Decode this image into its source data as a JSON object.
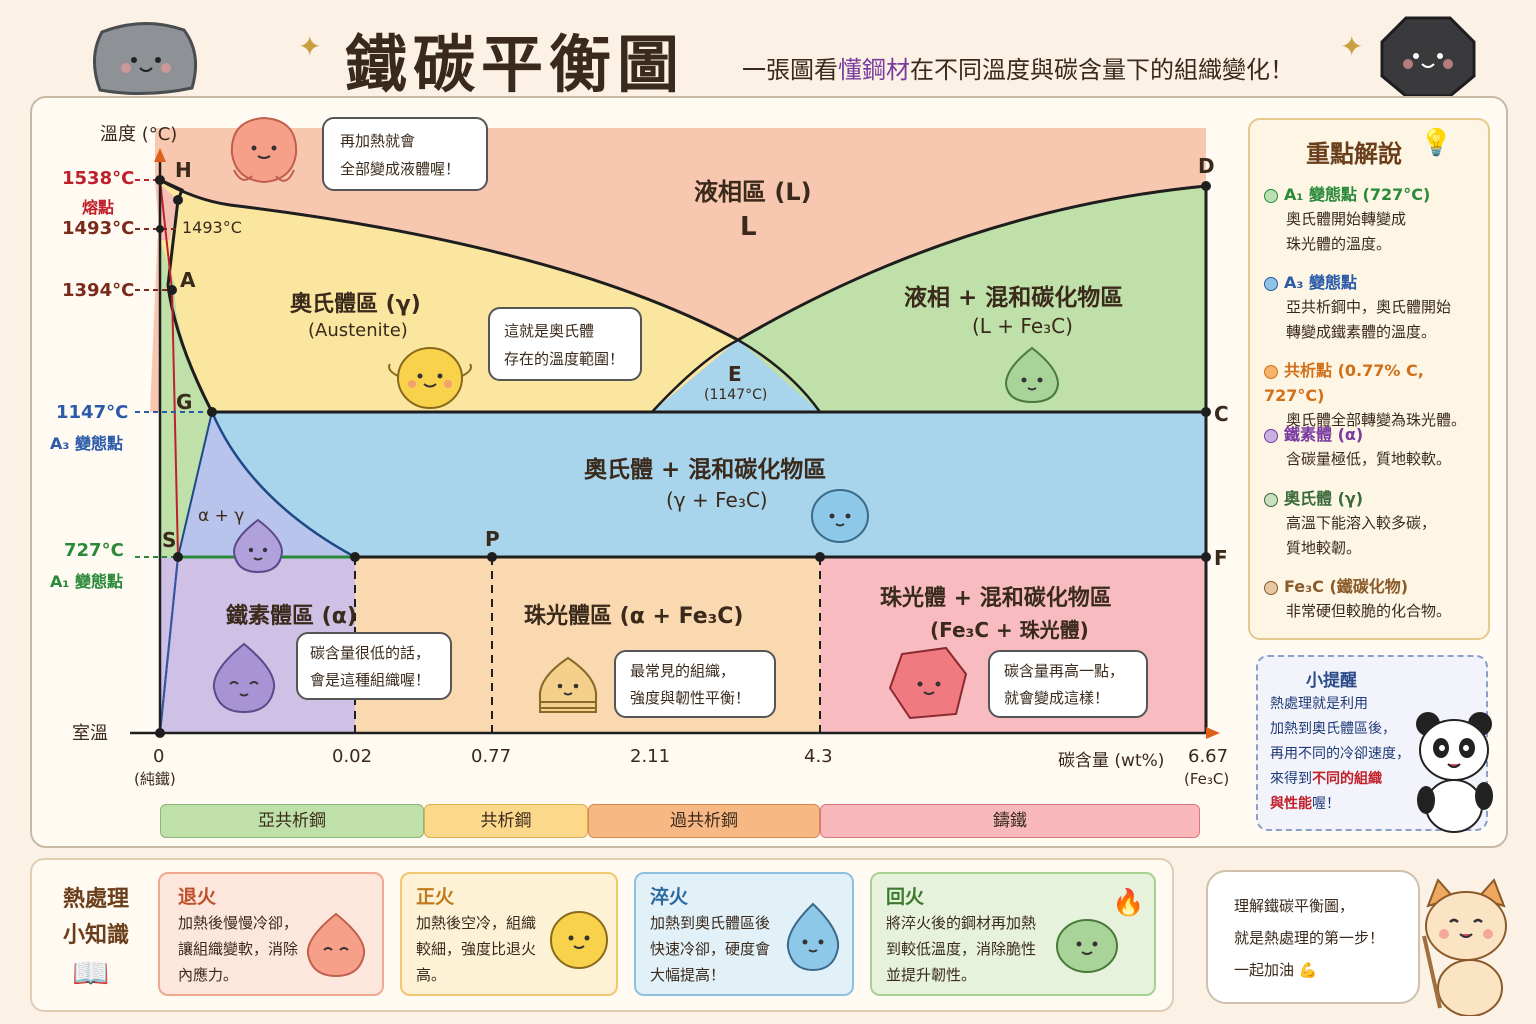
{
  "header": {
    "title": "鐵碳平衡圖",
    "subtitle_pre": "一張圖看",
    "subtitle_hl": "懂鋼材",
    "subtitle_post": "在不同溫度與碳含量下的組織變化！"
  },
  "diagram": {
    "y_axis_label": "溫度 (°C)",
    "x_axis_label": "碳含量 (wt%)",
    "room_temp_label": "室溫",
    "temperatures": [
      {
        "value": "1538°C",
        "note": "熔點",
        "color": "#c0202a"
      },
      {
        "value": "1493°C",
        "note": "",
        "color": "#7a2a1a"
      },
      {
        "value": "1394°C",
        "note": "",
        "color": "#7a2a1a"
      },
      {
        "value": "1147°C",
        "note": "A₃ 變態點",
        "color": "#2a5aa8"
      },
      {
        "value": "727°C",
        "note": "A₁ 變態點",
        "color": "#2a8a3a"
      }
    ],
    "x_ticks": [
      "0",
      "0.02",
      "0.77",
      "2.11",
      "4.3",
      "6.67"
    ],
    "x_tick_subs": [
      "(純鐵)",
      "(Fe₃C)"
    ],
    "points": [
      "H",
      "A",
      "G",
      "S",
      "P",
      "E",
      "D",
      "C",
      "F"
    ],
    "point_1493": "1493°C",
    "e_temp": "(1147°C)",
    "regions": {
      "liquid": "液相區 (L)",
      "liquid_sym": "L",
      "austenite": "奧氏體區 (γ)",
      "austenite_en": "(Austenite)",
      "liq_carbide": "液相 + 混和碳化物區",
      "liq_carbide_sym": "(L + Fe₃C)",
      "aus_carbide": "奧氏體 + 混和碳化物區",
      "aus_carbide_sym": "(γ + Fe₃C)",
      "alpha_gamma": "α + γ",
      "ferrite": "鐵素體區 (α)",
      "pearlite": "珠光體區 (α + Fe₃C)",
      "pearl_carbide": "珠光體 + 混和碳化物區",
      "pearl_carbide_sym": "(Fe₃C + 珠光體)"
    },
    "bubbles": {
      "top": [
        "再加熱就會",
        "全部變成液體喔！"
      ],
      "austenite": [
        "這就是奧氏體",
        "存在的溫度範圍！"
      ],
      "ferrite": [
        "碳含量很低的話，",
        "會是這種組織喔！"
      ],
      "pearlite": [
        "最常見的組織，",
        "強度與韌性平衡！"
      ],
      "carbide": [
        "碳含量再高一點，",
        "就會變成這樣！"
      ]
    },
    "steel_bands": [
      "亞共析鋼",
      "共析鋼",
      "過共析鋼",
      "鑄鐵"
    ]
  },
  "key_points": {
    "title": "重點解說",
    "items": [
      {
        "head": "A₁ 變態點 (727°C)",
        "lines": [
          "奧氏體開始轉變成",
          "珠光體的溫度。"
        ],
        "color": "#2a8a3a",
        "dot": "#b8e0b0"
      },
      {
        "head": "A₃ 變態點",
        "lines": [
          "亞共析鋼中，奧氏體開始",
          "轉變成鐵素體的溫度。"
        ],
        "color": "#2a5aa8",
        "dot": "#8ec3e6"
      },
      {
        "head": "共析點 (0.77% C, 727°C)",
        "lines": [
          "奧氏體全部轉變為珠光體。"
        ],
        "color": "#d2701a",
        "dot": "#f5b26a"
      },
      {
        "head": "鐵素體 (α)",
        "lines": [
          "含碳量極低，質地較軟。"
        ],
        "color": "#7a3aa0",
        "dot": "#c8b0e0"
      },
      {
        "head": "奧氏體 (γ)",
        "lines": [
          "高溫下能溶入較多碳，",
          "質地較韌。"
        ],
        "color": "#3a6a3a",
        "dot": "#c8e0c0"
      },
      {
        "head": "Fe₃C (鐵碳化物)",
        "lines": [
          "非常硬但較脆的化合物。"
        ],
        "color": "#8a5a2a",
        "dot": "#e6c8a0"
      }
    ]
  },
  "tip": {
    "title": "小提醒",
    "line1": "熱處理就是利用",
    "line2": "加熱到奧氏體區後，",
    "line3": "再用不同的冷卻速度，",
    "line4a": "來得到",
    "line4b": "不同的組織",
    "line5a": "與性能",
    "line5b": "喔！"
  },
  "heat_treatment": {
    "title_1": "熱處理",
    "title_2": "小知識",
    "cards": [
      {
        "title": "退火",
        "lines": [
          "加熱後慢慢冷卻，",
          "讓組織變軟，消除",
          "內應力。"
        ]
      },
      {
        "title": "正火",
        "lines": [
          "加熱後空冷，組織",
          "較細，強度比退火",
          "高。"
        ]
      },
      {
        "title": "淬火",
        "lines": [
          "加熱到奧氏體區後",
          "快速冷卻，硬度會",
          "大幅提高！"
        ]
      },
      {
        "title": "回火",
        "lines": [
          "將淬火後的鋼材再加熱",
          "到較低溫度，消除脆性",
          "並提升韌性。"
        ]
      }
    ]
  },
  "cat": {
    "line1": "理解鐵碳平衡圖，",
    "line2": "就是熱處理的第一步！",
    "line3": "一起加油 💪"
  }
}
